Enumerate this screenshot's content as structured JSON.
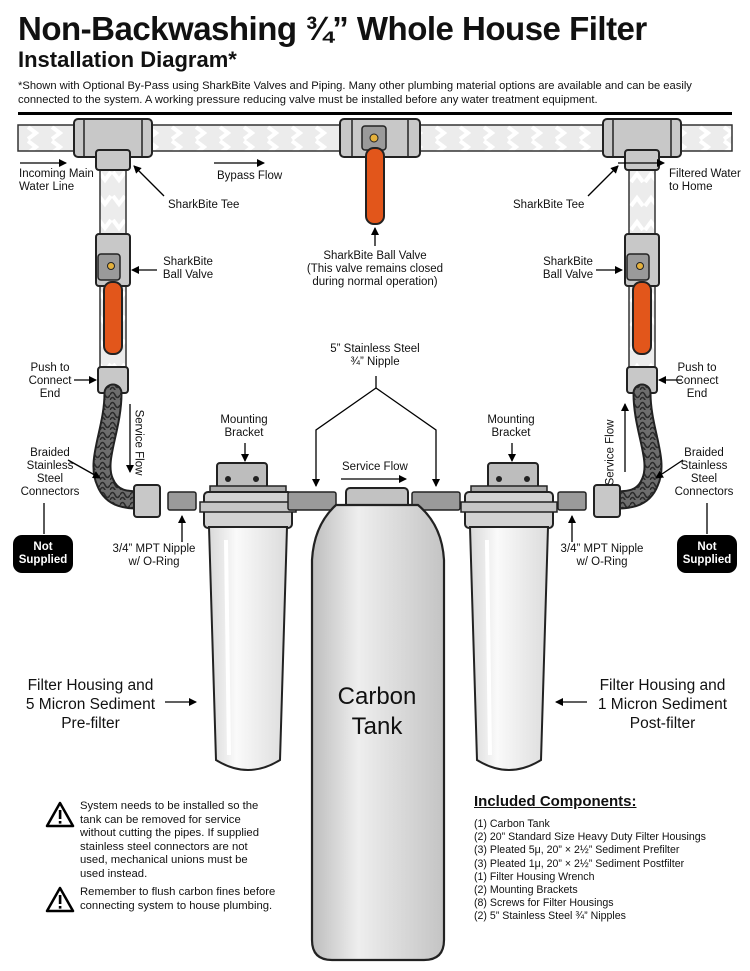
{
  "header": {
    "title": "Non-Backwashing ¾” Whole House Filter",
    "subtitle": "Installation Diagram*",
    "note": "*Shown with Optional By-Pass using SharkBite Valves and Piping. Many other plumbing material options are available and can be easily connected to the system. A working pressure reducing valve must be installed before any water treatment equipment."
  },
  "labels": {
    "incoming": "Incoming Main\nWater Line",
    "bypass_flow": "Bypass Flow",
    "filtered": "Filtered Water\nto Home",
    "tee_left": "SharkBite Tee",
    "tee_right": "SharkBite Tee",
    "ball_valve_center": "SharkBite Ball Valve\n(This valve remains closed\nduring normal operation)",
    "ball_valve_left": "SharkBite\nBall Valve",
    "ball_valve_right": "SharkBite\nBall Valve",
    "push_left": "Push to\nConnect\nEnd",
    "push_right": "Push to\nConnect\nEnd",
    "nipple_steel": "5” Stainless Steel\n¾” Nipple",
    "service_flow_left": "Service Flow",
    "service_flow_center": "Service Flow",
    "service_flow_right": "Service Flow",
    "bracket_left": "Mounting\nBracket",
    "bracket_right": "Mounting\nBracket",
    "braided_left": "Braided\nStainless\nSteel\nConnectors",
    "braided_right": "Braided\nStainless\nSteel\nConnectors",
    "mpt_left": "3/4” MPT Nipple\nw/ O-Ring",
    "mpt_right": "3/4” MPT Nipple\nw/ O-Ring",
    "not_supplied": "Not\nSupplied",
    "housing_left": "Filter Housing and\n5 Micron Sediment\nPre-filter",
    "housing_right": "Filter Housing and\n1 Micron Sediment\nPost-filter",
    "tank": "Carbon\nTank"
  },
  "warnings": [
    "System needs to be installed so the tank can be removed for service without cutting the pipes. If supplied stainless steel connectors are not used, mechanical unions must be used instead.",
    "Remember to flush carbon fines before connecting system to house plumbing."
  ],
  "included": {
    "title": "Included Components:",
    "items": [
      "(1) Carbon Tank",
      "(2) 20” Standard Size Heavy Duty Filter Housings",
      "(3) Pleated 5μ, 20” × 2½” Sediment Prefilter",
      "(3) Pleated 1μ, 20” × 2½” Sediment Postfilter",
      "(1) Filter Housing Wrench",
      "(2) Mounting Brackets",
      "(8) Screws for Filter Housings",
      "(2) 5” Stainless Steel ¾” Nipples"
    ]
  },
  "colors": {
    "valve_orange": "#e2561b",
    "fitting_gray": "#c8c8c8",
    "pipe_light": "#ececec",
    "housing_light": "#f1f1f1",
    "badge": "#000000"
  }
}
